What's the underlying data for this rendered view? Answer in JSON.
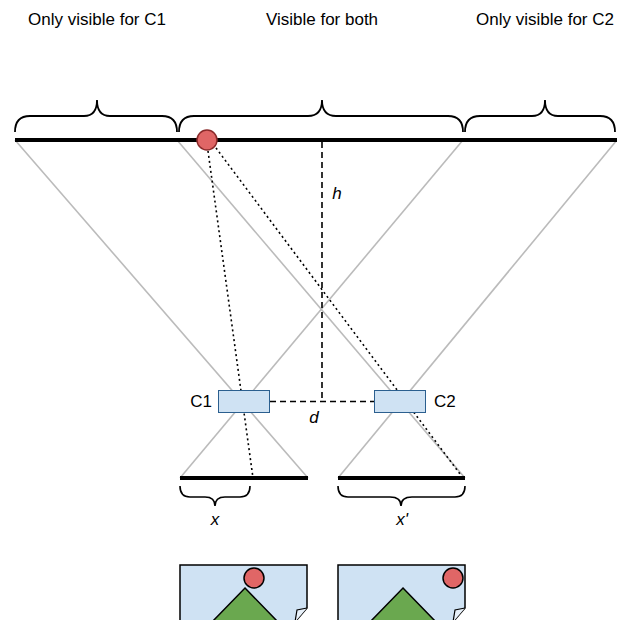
{
  "diagram": {
    "nodes": [
      {
        "text": [
          "C1"
        ]
      },
      {
        "text": [
          "C2"
        ]
      }
    ],
    "edges": [
      {
        "from": 0,
        "to": 1,
        "arrow": "none",
        "label": "d"
      }
    ],
    "labels": [
      "Only visible for C1",
      "Visible for both",
      "Only visible for C2",
      "h",
      "x",
      "x'"
    ]
  }
}
